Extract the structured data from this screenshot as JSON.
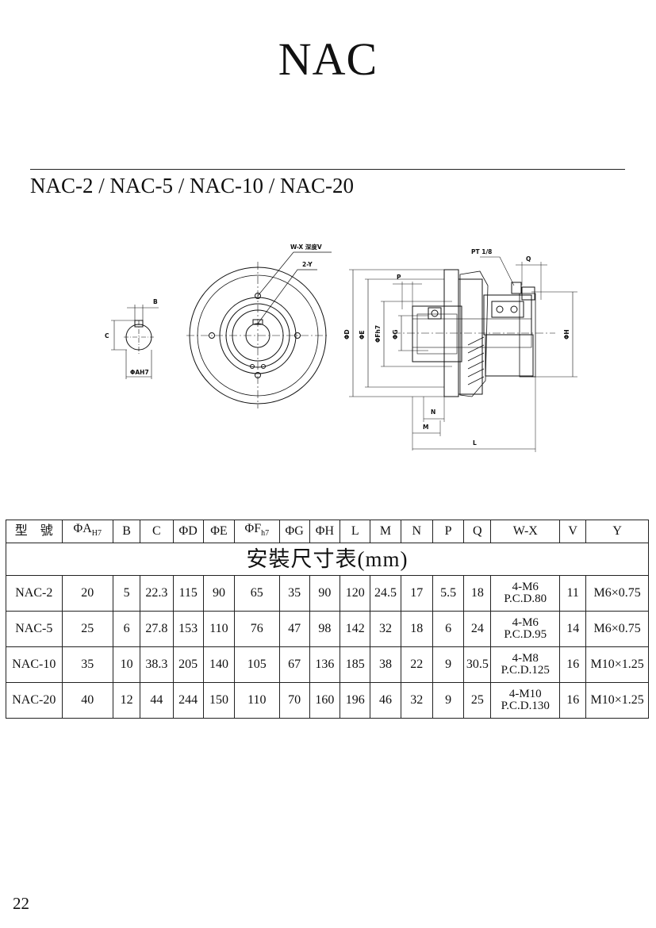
{
  "page": {
    "title": "NAC",
    "subtitle": "NAC-2 / NAC-5 / NAC-10 / NAC-20",
    "page_number": "22"
  },
  "drawing": {
    "labels": {
      "b": "B",
      "c": "C",
      "phi_a": "ΦAH7",
      "wx_depth": "W-X 深度V",
      "two_y": "2-Y",
      "p": "P",
      "pt": "PT 1/8",
      "q": "Q",
      "phi_d": "ΦD",
      "phi_e": "ΦE",
      "phi_f": "ΦFh7",
      "phi_g": "ΦG",
      "phi_h": "ΦH",
      "n": "N",
      "m": "M",
      "l": "L"
    }
  },
  "table": {
    "caption": "安裝尺寸表(mm)",
    "headers": {
      "model": "型　號",
      "a_sym": "Φ",
      "a_main": "A",
      "a_sub": "H7",
      "b": "B",
      "c": "C",
      "d": "ΦD",
      "e": "ΦE",
      "f_sym": "Φ",
      "f_main": "F",
      "f_sub": "h7",
      "g": "ΦG",
      "h": "ΦH",
      "l": "L",
      "m": "M",
      "n": "N",
      "p": "P",
      "q": "Q",
      "wx": "W-X",
      "v": "V",
      "y": "Y"
    },
    "rows": [
      {
        "model": "NAC-2",
        "a": "20",
        "b": "5",
        "c": "22.3",
        "d": "115",
        "e": "90",
        "f": "65",
        "g": "35",
        "h": "90",
        "l": "120",
        "m": "24.5",
        "n": "17",
        "p": "5.5",
        "q": "18",
        "wx1": "4-M6",
        "wx2": "P.C.D.80",
        "v": "11",
        "y": "M6×0.75"
      },
      {
        "model": "NAC-5",
        "a": "25",
        "b": "6",
        "c": "27.8",
        "d": "153",
        "e": "110",
        "f": "76",
        "g": "47",
        "h": "98",
        "l": "142",
        "m": "32",
        "n": "18",
        "p": "6",
        "q": "24",
        "wx1": "4-M6",
        "wx2": "P.C.D.95",
        "v": "14",
        "y": "M6×0.75"
      },
      {
        "model": "NAC-10",
        "a": "35",
        "b": "10",
        "c": "38.3",
        "d": "205",
        "e": "140",
        "f": "105",
        "g": "67",
        "h": "136",
        "l": "185",
        "m": "38",
        "n": "22",
        "p": "9",
        "q": "30.5",
        "wx1": "4-M8",
        "wx2": "P.C.D.125",
        "v": "16",
        "y": "M10×1.25"
      },
      {
        "model": "NAC-20",
        "a": "40",
        "b": "12",
        "c": "44",
        "d": "244",
        "e": "150",
        "f": "110",
        "g": "70",
        "h": "160",
        "l": "196",
        "m": "46",
        "n": "32",
        "p": "9",
        "q": "25",
        "wx1": "4-M10",
        "wx2": "P.C.D.130",
        "v": "16",
        "y": "M10×1.25"
      }
    ]
  }
}
